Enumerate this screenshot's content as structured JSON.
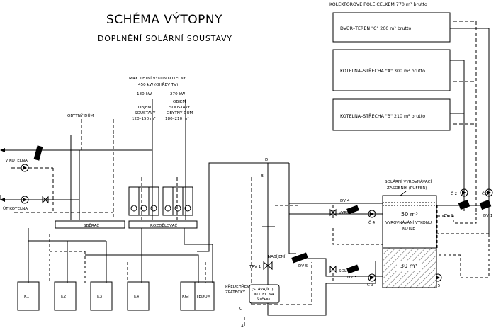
{
  "title": "SCHÉMA VÝTOPNY",
  "subtitle": "DOPLNĚNÍ SOLÁRNÍ SOUSTAVY",
  "collector_field": {
    "heading": "KOLEKTOROVÉ POLE CELKEM 770 m² brutto",
    "panels": [
      "DVŮR–TERÉN \"C\" 260 m² brutto",
      "KOTELNA–STŘECHA \"A\" 300 m² brutto",
      "KOTELNA–STŘECHA \"B\" 210 m² brutto"
    ]
  },
  "summer_output": {
    "line1": "MAX. LETNÍ VÝKON KOTELNY",
    "line2": "450 kW (OHŘEV TV)",
    "left_kw": "180 kW",
    "right_kw": "270 kW"
  },
  "system_volume_left": [
    "OBJEM",
    "SOUSTAVY",
    "120–150 m³"
  ],
  "system_volume_right": [
    "OBJEM",
    "SOUSTAVY",
    "OBYTNÝ DŮM",
    "180–210 m³"
  ],
  "labels": {
    "obytny_dum": "OBYTNÝ DŮM",
    "tv_kotelna": "TV KOTELNA",
    "ot_kotelna": "ÚT KOTELNA",
    "sberac": "SBĚRAČ",
    "rozdelovac": "ROZDĚLOVAČ",
    "predehrev_1": "PŘEDEHŘEV",
    "predehrev_2": "ZPÁTEČKY",
    "trv": "TRV 1",
    "nabijeni": "NABÍJENÍ",
    "dv5": "DV 5",
    "dv4": "DV 4",
    "dv3": "DV 3",
    "dv2": "DV 2",
    "dv1": "DV 1",
    "c1": "Č 1",
    "c2": "Č 2",
    "c3": "Č 3",
    "c4": "Č 4",
    "c5": "Č 5",
    "vybl": "VYBL.",
    "sol": "SOL.",
    "point_a": "A",
    "point_b": "B",
    "point_c": "C",
    "point_d": "D"
  },
  "existing_boiler": [
    "(STÁVAJÍCÍ)",
    "KOTEL NA",
    "ŠTĚPKU"
  ],
  "buffer_tank": {
    "callout": [
      "SOLÁRNÍ VYROVNÁVACÍ",
      "ZÁSOBNÍK (PUFFER)"
    ],
    "upper_volume": "50 m³",
    "upper_note": [
      "VYROVNÁVÁNÍ VÝKONU",
      "KOTLE"
    ],
    "lower_volume": "30 m³"
  },
  "boilers": [
    "K1",
    "K2",
    "K3",
    "K4",
    "KGJ",
    "TEDOM"
  ]
}
